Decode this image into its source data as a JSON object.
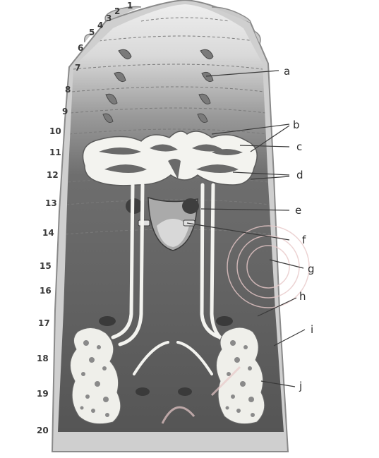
{
  "diagram": {
    "segment_labels": [
      "1",
      "2",
      "3",
      "4",
      "5",
      "6",
      "7",
      "8",
      "9",
      "10",
      "11",
      "12",
      "13",
      "14",
      "15",
      "16",
      "17",
      "18",
      "19",
      "20"
    ],
    "part_labels": [
      "a",
      "b",
      "c",
      "d",
      "e",
      "f",
      "g",
      "h",
      "i",
      "j"
    ]
  },
  "colors": {
    "background": "#ffffff",
    "body_dark": "#5a5a5a",
    "body_mid": "#8a8a8a",
    "body_light": "#d7d7d7",
    "body_wall": "#cfcfcf",
    "organ_white": "#f3f3ef",
    "ovary_dark": "#3e3e3e",
    "watermark": "#e8c9c9"
  }
}
